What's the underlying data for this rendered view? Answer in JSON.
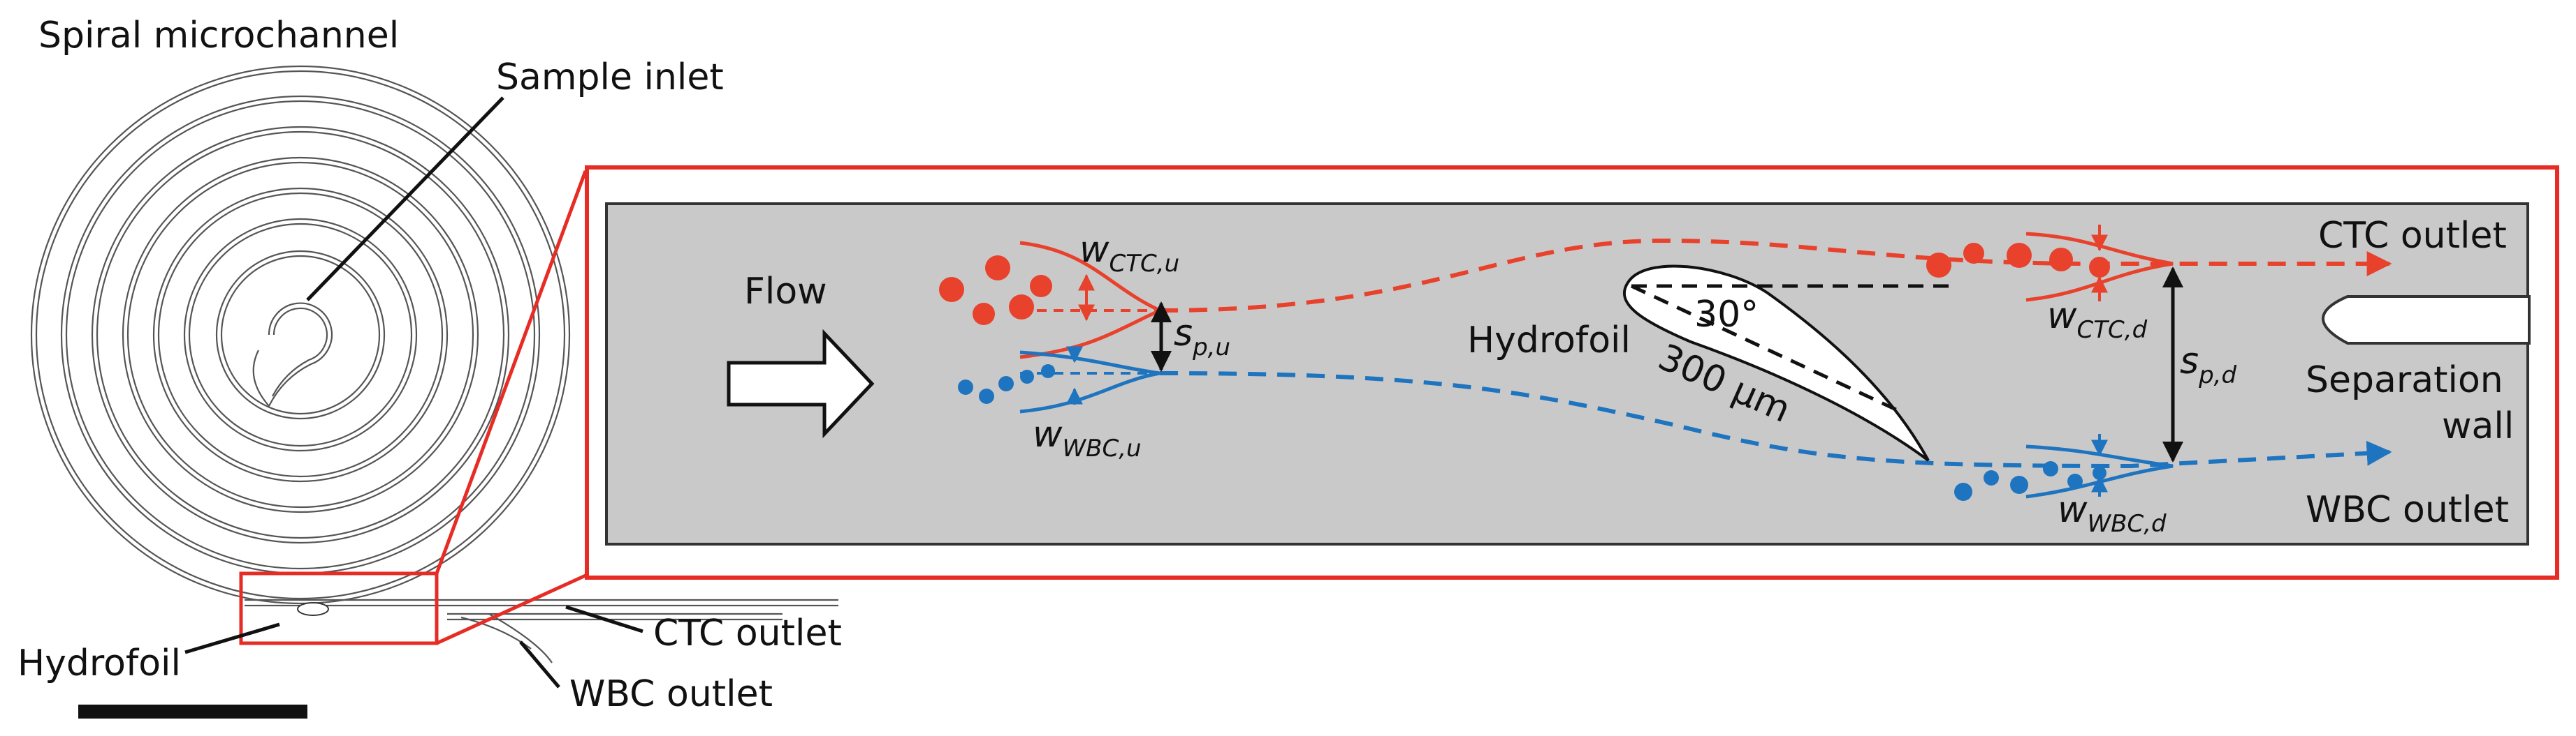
{
  "colors": {
    "ctc": "#e8412c",
    "wbc": "#1f74c0",
    "box": "#e62c24",
    "channel": "#c9c9c9"
  },
  "labels": {
    "spiral": "Spiral microchannel",
    "inlet": "Sample inlet",
    "hydrofoil_left": "Hydrofoil",
    "ctc_outlet_left": "CTC outlet",
    "wbc_outlet_left": "WBC outlet",
    "flow": "Flow",
    "hydrofoil": "Hydrofoil",
    "angle": "30°",
    "chord": "300 µm",
    "ctc_outlet": "CTC outlet",
    "separation_1": "Separation",
    "separation_2": "wall",
    "wbc_outlet": "WBC outlet",
    "w_ctc_u": {
      "main": "w",
      "sub": "CTC,u"
    },
    "w_wbc_u": {
      "main": "w",
      "sub": "WBC,u"
    },
    "s_p_u": {
      "main": "s",
      "sub": "p,u"
    },
    "w_ctc_d": {
      "main": "w",
      "sub": "CTC,d"
    },
    "w_wbc_d": {
      "main": "w",
      "sub": "WBC,d"
    },
    "s_p_d": {
      "main": "s",
      "sub": "p,d"
    }
  }
}
